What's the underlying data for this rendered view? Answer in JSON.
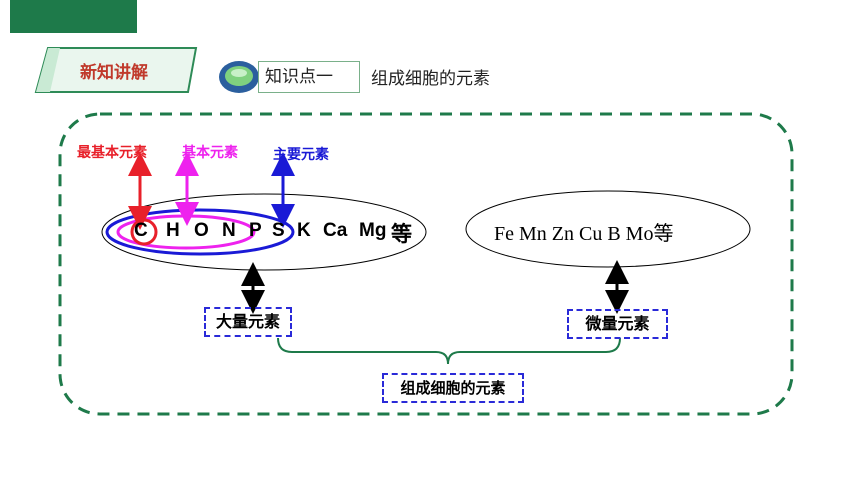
{
  "header": {
    "section_tag": "新知讲解",
    "knowledge_point": "知识点一",
    "topic_title": "组成细胞的元素"
  },
  "diagram": {
    "labels": {
      "most_basic": "最基本元素",
      "basic": "基本元素",
      "main": "主要元素"
    },
    "macro_elements": [
      {
        "symbol": "C"
      },
      {
        "symbol": "H"
      },
      {
        "symbol": "O"
      },
      {
        "symbol": "N"
      },
      {
        "symbol": "P"
      },
      {
        "symbol": "S"
      },
      {
        "symbol": "K"
      },
      {
        "symbol": "Ca"
      },
      {
        "symbol": "Mg"
      }
    ],
    "macro_suffix": "等",
    "trace_elements_text": "Fe  Mn  Zn  Cu  B  Mo等",
    "macro_box": "大量元素",
    "trace_box": "微量元素",
    "combined_box": "组成细胞的元素"
  },
  "colors": {
    "most_basic": "#e8202a",
    "basic": "#ee22ee",
    "main": "#1a1ad6",
    "frame": "#1e7a4a",
    "top_bar": "#1e7a4a",
    "section_tag_text": "#c0392b"
  }
}
